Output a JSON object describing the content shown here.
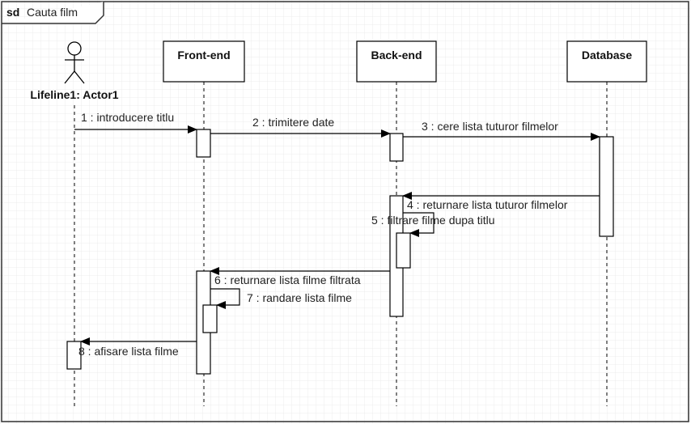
{
  "frame": {
    "keyword": "sd",
    "name": "Cauta film"
  },
  "actor": {
    "label": "Lifeline1: Actor1"
  },
  "lifelines": {
    "frontend": "Front-end",
    "backend": "Back-end",
    "database": "Database"
  },
  "messages": [
    {
      "n": 1,
      "text": "1 : introducere titlu"
    },
    {
      "n": 2,
      "text": "2 : trimitere date"
    },
    {
      "n": 3,
      "text": "3 : cere lista tuturor filmelor"
    },
    {
      "n": 4,
      "text": "4 : returnare lista tuturor filmelor"
    },
    {
      "n": 5,
      "text": "5 : filtrare filme dupa titlu"
    },
    {
      "n": 6,
      "text": "6 : returnare lista filme filtrata"
    },
    {
      "n": 7,
      "text": "7 : randare lista filme"
    },
    {
      "n": 8,
      "text": "8 : afisare lista filme"
    }
  ],
  "colors": {
    "line": "#000000",
    "grid": "#e2e2e2",
    "text": "#222222"
  }
}
